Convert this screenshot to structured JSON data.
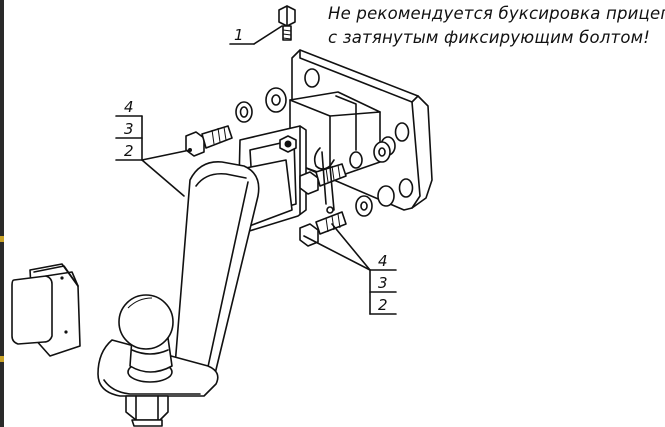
{
  "note": {
    "line1": "Не рекомендуется буксировка прицепа",
    "line2": "с затянутым фиксирующим болтом!"
  },
  "callouts": {
    "label_1": "1",
    "label_2": "2",
    "label_3": "3",
    "label_4": "4"
  },
  "colors": {
    "line": "#111111",
    "background": "#ffffff",
    "edge_strip": "#2a2a2a",
    "edge_tick": "#c9a227"
  }
}
